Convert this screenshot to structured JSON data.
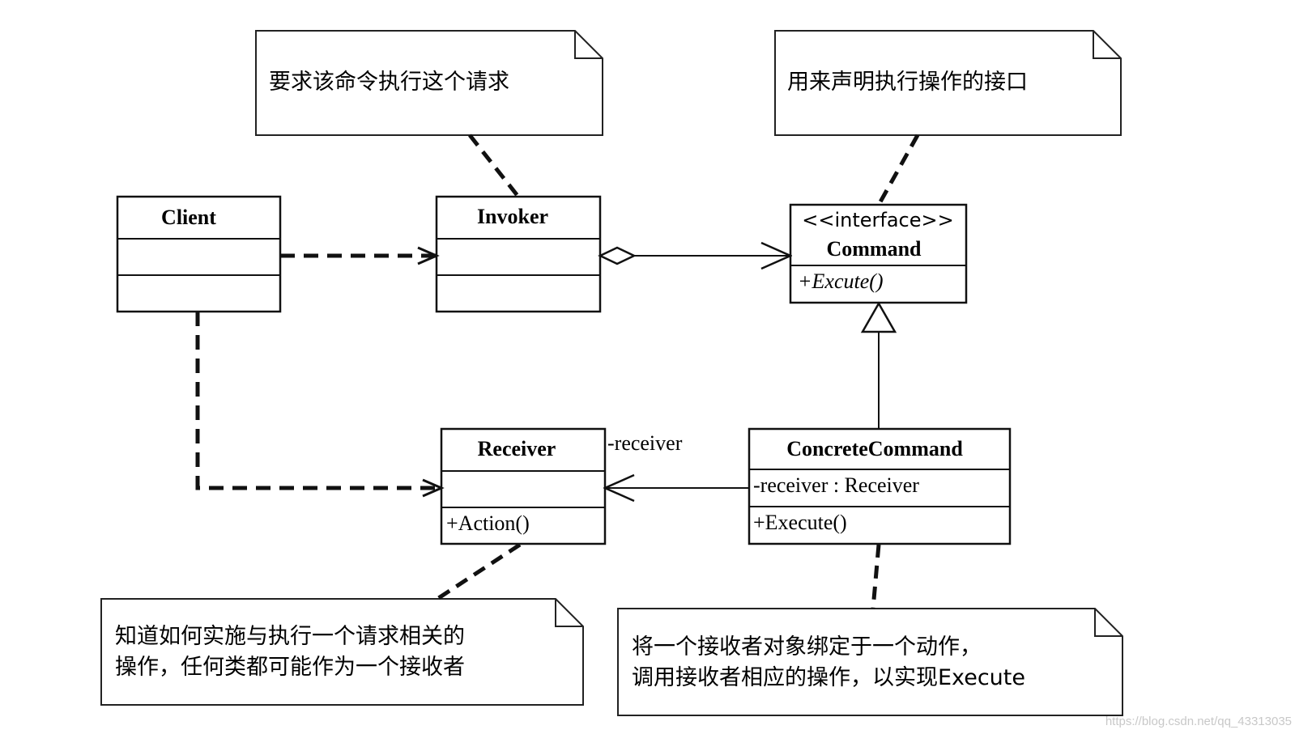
{
  "notes": {
    "invoker": "要求该命令执行这个请求",
    "command": "用来声明执行操作的接口",
    "receiver_line1": "知道如何实施与执行一个请求相关的",
    "receiver_line2": "操作，任何类都可能作为一个接收者",
    "concrete_line1": "将一个接收者对象绑定于一个动作，",
    "concrete_line2": "调用接收者相应的操作，以实现Execute"
  },
  "classes": {
    "client": {
      "name": "Client"
    },
    "invoker": {
      "name": "Invoker"
    },
    "command": {
      "stereotype": "<<interface>>",
      "name": "Command",
      "operation": "+Excute()"
    },
    "receiver": {
      "name": "Receiver",
      "operation": "+Action()"
    },
    "concrete_command": {
      "name": "ConcreteCommand",
      "attribute": "-receiver : Receiver",
      "operation": "+Execute()"
    }
  },
  "association_role": "-receiver",
  "watermark": "https://blog.csdn.net/qq_43313035"
}
